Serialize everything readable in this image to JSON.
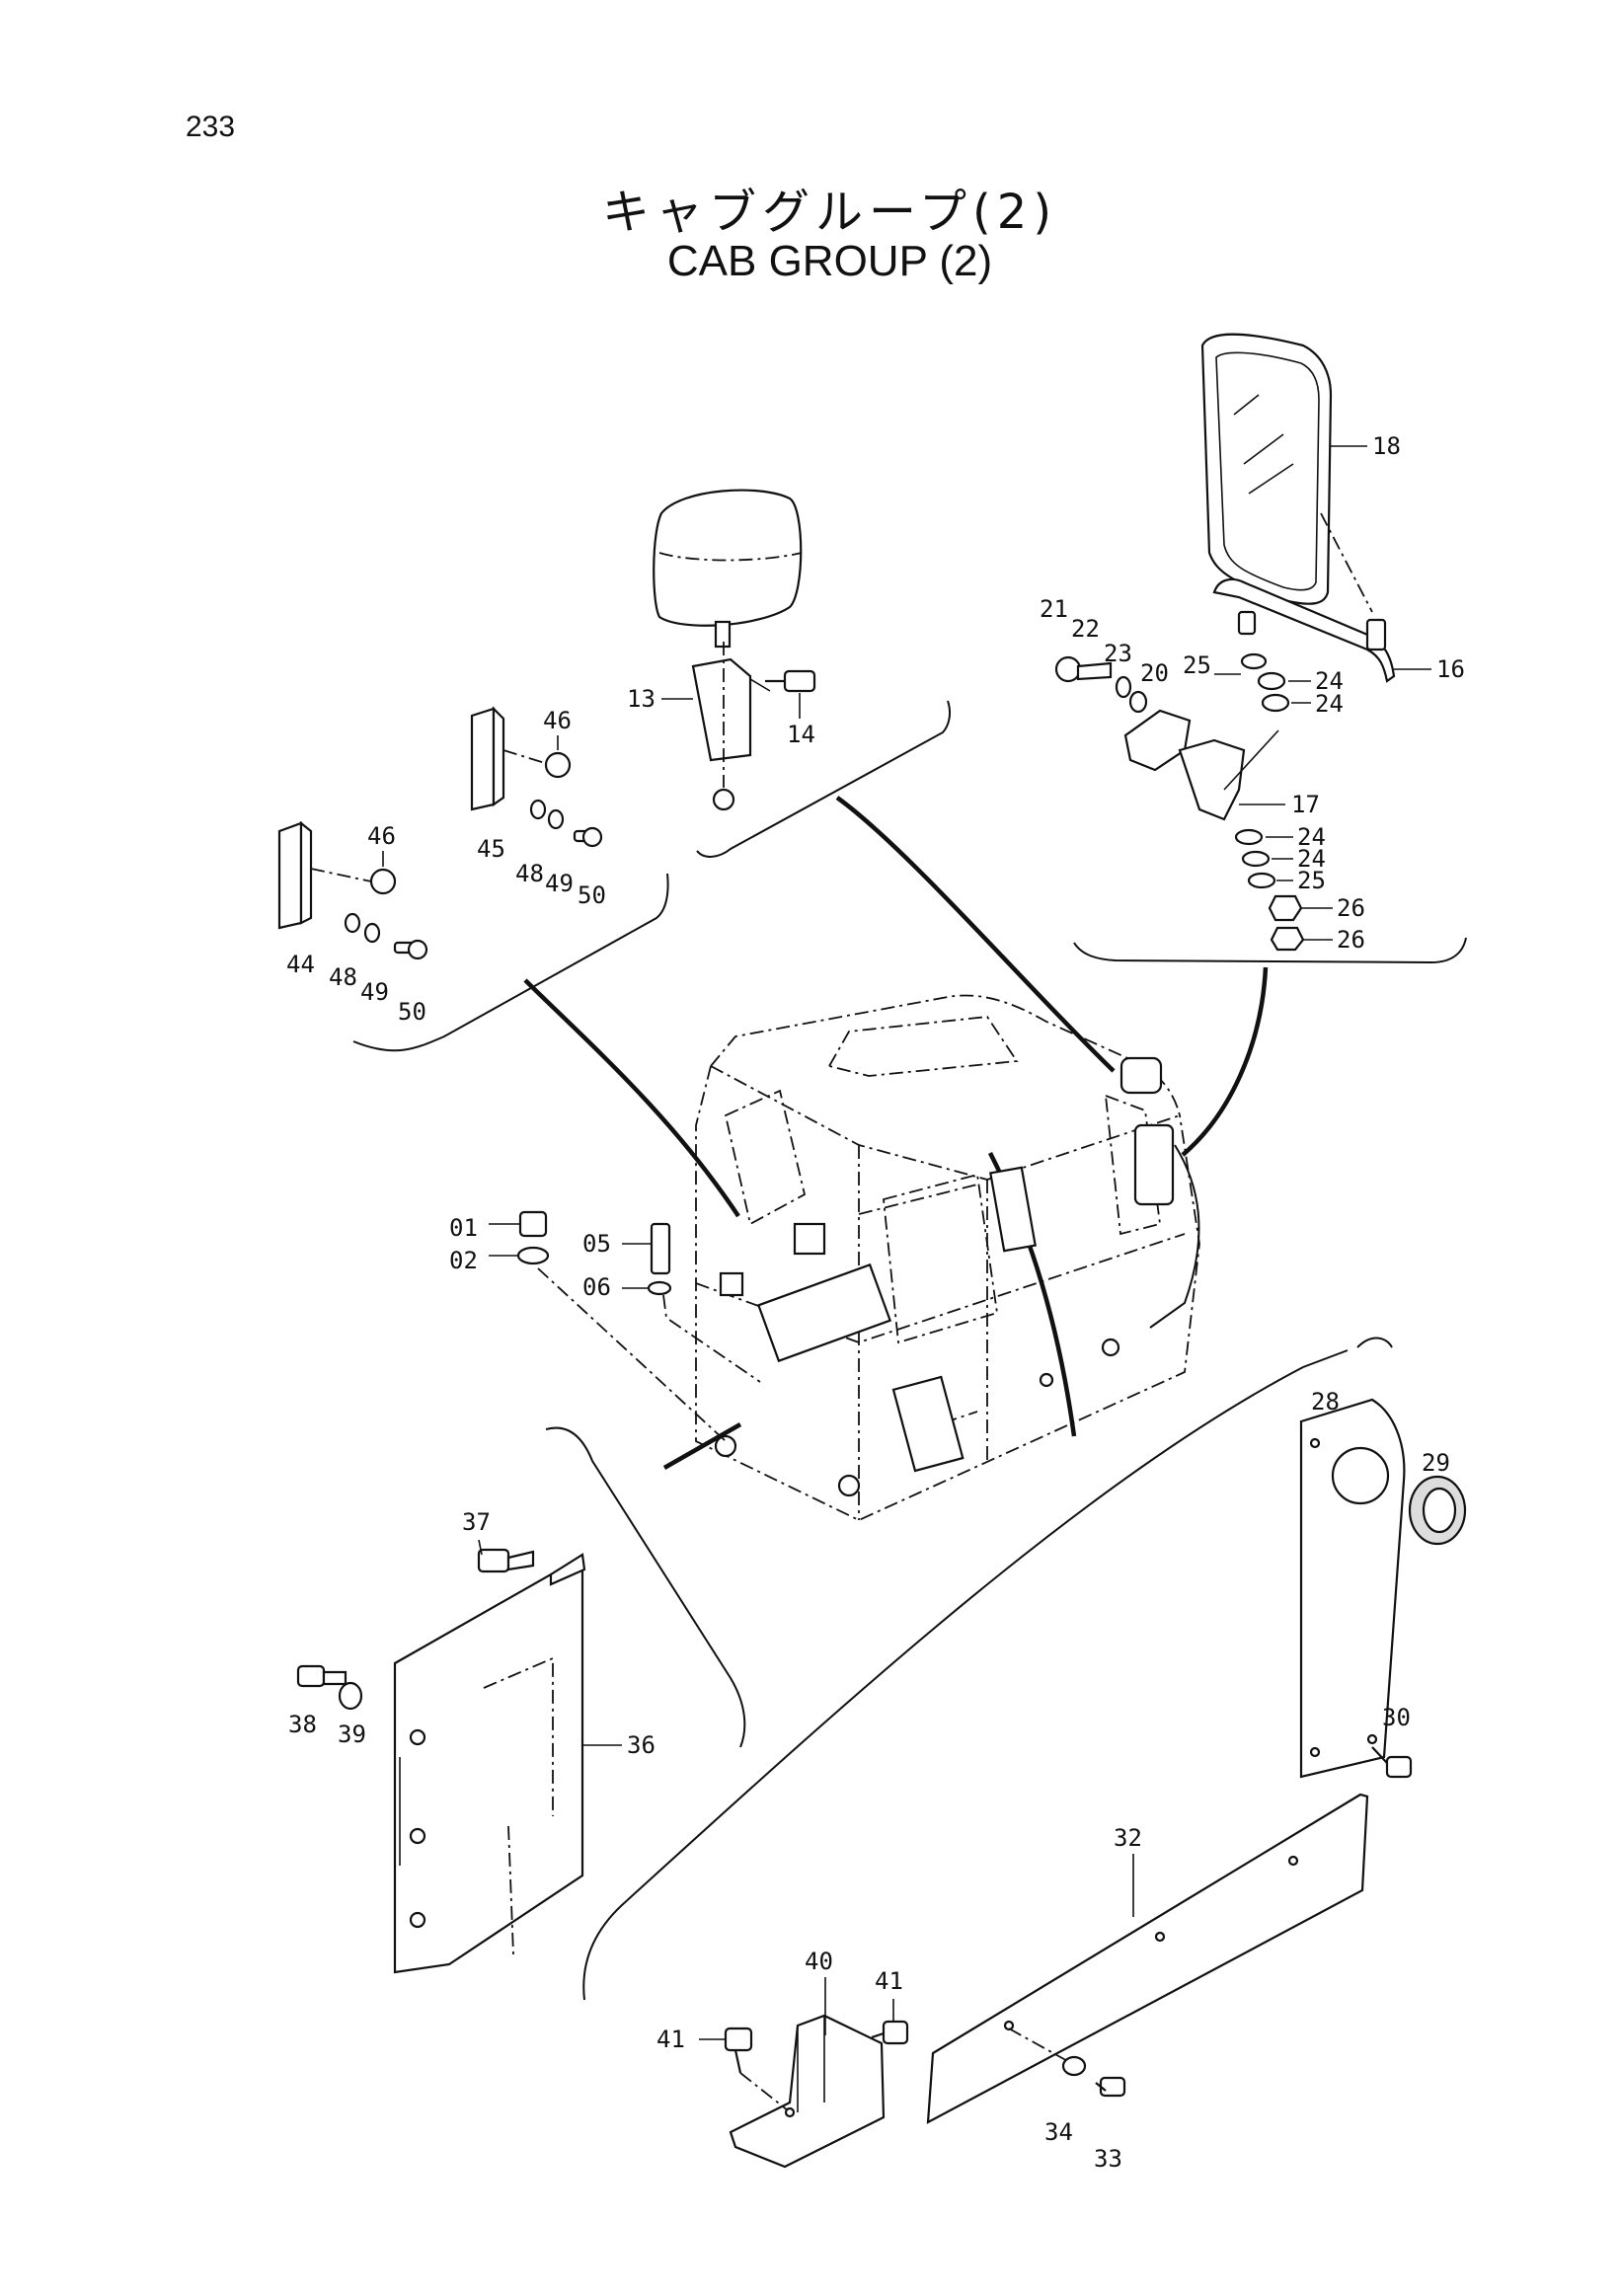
{
  "page_number": "233",
  "title_jp": "キャブグループ(2)",
  "title_en": "CAB GROUP (2)",
  "labels": {
    "p01": "01",
    "p02": "02",
    "p05": "05",
    "p06": "06",
    "p13": "13",
    "p14": "14",
    "p16": "16",
    "p17": "17",
    "p18": "18",
    "p20": "20",
    "p21": "21",
    "p22": "22",
    "p23": "23",
    "p24a": "24",
    "p24b": "24",
    "p24c": "24",
    "p24d": "24",
    "p25a": "25",
    "p25b": "25",
    "p26a": "26",
    "p26b": "26",
    "p28": "28",
    "p29": "29",
    "p30": "30",
    "p32": "32",
    "p33": "33",
    "p34": "34",
    "p36": "36",
    "p37": "37",
    "p38": "38",
    "p39": "39",
    "p40": "40",
    "p41a": "41",
    "p41b": "41",
    "p44": "44",
    "p45": "45",
    "p46a": "46",
    "p46b": "46",
    "p48a": "48",
    "p48b": "48",
    "p49a": "49",
    "p49b": "49",
    "p50a": "50",
    "p50b": "50"
  }
}
